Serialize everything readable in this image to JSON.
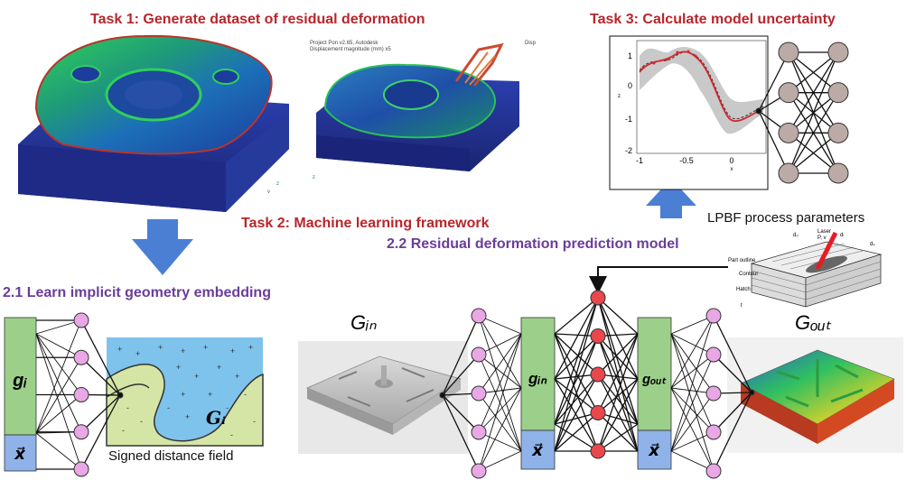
{
  "task1": {
    "title": "Task 1: Generate dataset of residual deformation"
  },
  "task2": {
    "title": "Task 2: Machine learning framework"
  },
  "task3": {
    "title": "Task 3: Calculate model uncertainty"
  },
  "sub21": {
    "title": "2.1 Learn implicit geometry embedding"
  },
  "sub22": {
    "title": "2.2 Residual deformation prediction model"
  },
  "lpbf": {
    "title": "LPBF process parameters",
    "laser": "Laser",
    "pv": "P, v",
    "d0": "d₀",
    "dl": "dₗ",
    "ds": "dₛ",
    "part_outline": "Part outline",
    "contour": "Contour",
    "hatch": "Hatch",
    "t": "t"
  },
  "sim2": {
    "line1": "Project Pon v2.65, Autodesk",
    "line2": "Displacement magnitude (mm) x5",
    "disp": "Disp"
  },
  "sdf": {
    "caption": "Signed distance field",
    "label": "Gᵢ"
  },
  "symbols": {
    "gi": "gᵢ",
    "x": "x⃗",
    "gin": "gᵢₙ",
    "gout": "gₒᵤₜ",
    "Gin": "Gᵢₙ",
    "Gout": "Gₒᵤₜ"
  },
  "plot": {
    "yticks": [
      "1",
      "0",
      "-1",
      "-2"
    ],
    "xticks": [
      "-1",
      "-0.5",
      "0"
    ],
    "ylabel": "z",
    "xlabel": "x"
  },
  "colors": {
    "red_title": "#b8262c",
    "purple_title": "#6a3d9a",
    "arrow": "#4a7fd4",
    "box_green": "#9cd08a",
    "box_blue": "#8fb2e8",
    "node_pink": "#e9a7e6",
    "node_red": "#e8474c",
    "node_gray": "#bcaaa7"
  }
}
